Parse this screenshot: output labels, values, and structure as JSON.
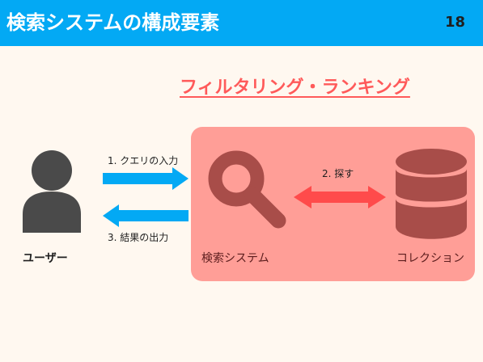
{
  "slide": {
    "title": "検索システムの構成要素",
    "page_number": "18",
    "headline": "フィルタリング・ランキング"
  },
  "diagram": {
    "user_label": "ユーザー",
    "system_label": "検索システム",
    "collection_label": "コレクション",
    "arrow_query_label": "1. クエリの入力",
    "arrow_results_label": "3. 結果の出力",
    "arrow_search_label": "2. 探す"
  },
  "colors": {
    "header_bg": "#03a9f4",
    "headline": "#ff5a5a",
    "panel": "#ff9e97",
    "icon_dark": "#a84d49",
    "user_icon": "#4a4a4a",
    "blue_arrow": "#03a9f4",
    "red_arrow": "#ff4b4b"
  }
}
